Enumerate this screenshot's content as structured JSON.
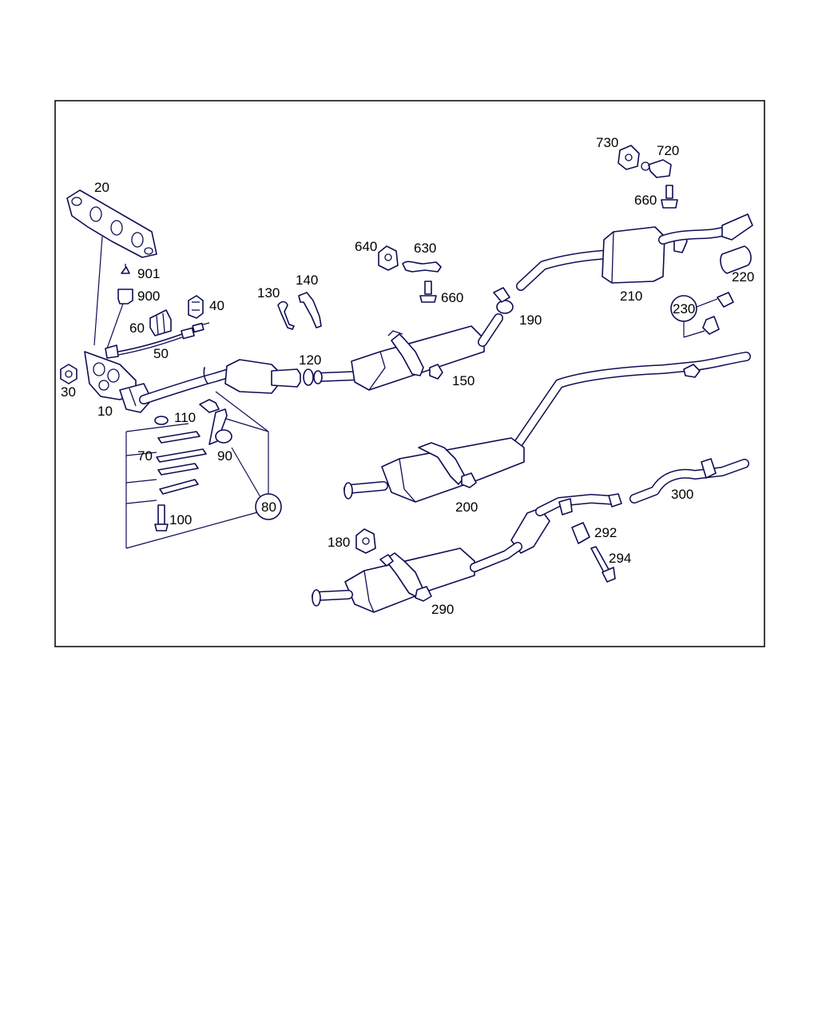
{
  "labels": {
    "p10": "10",
    "p20": "20",
    "p30": "30",
    "p40": "40",
    "p50": "50",
    "p60": "60",
    "p70": "70",
    "p80": "80",
    "p90": "90",
    "p100": "100",
    "p110": "110",
    "p120": "120",
    "p130": "130",
    "p140": "140",
    "p150": "150",
    "p180": "180",
    "p190": "190",
    "p200": "200",
    "p210": "210",
    "p220": "220",
    "p230": "230",
    "p290": "290",
    "p292": "292",
    "p294": "294",
    "p300": "300",
    "p630": "630",
    "p640": "640",
    "p660a": "660",
    "p660b": "660",
    "p720": "720",
    "p730": "730",
    "p900": "900",
    "p901": "901"
  },
  "colors": {
    "line": "#0d0d55",
    "frame": "#000000",
    "background": "#ffffff"
  }
}
